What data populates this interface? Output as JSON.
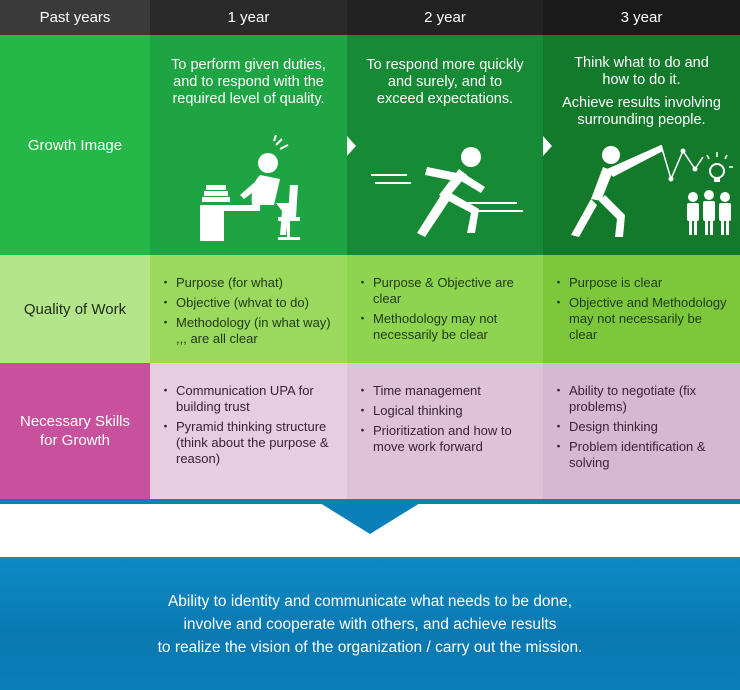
{
  "header": {
    "past": "Past years",
    "y1": "1 year",
    "y2": "2 year",
    "y3": "3 year"
  },
  "rows": {
    "growth_label": "Growth Image",
    "quality_label": "Quality of Work",
    "skills_label_1": "Necessary Skills",
    "skills_label_2": "for Growth"
  },
  "growth": {
    "y1": [
      "To perform given duties,",
      "and to respond with the",
      "required level of quality."
    ],
    "y2": [
      "To respond more quickly",
      "and surely, and to",
      "exceed expectations."
    ],
    "y3a": [
      "Think what to do and",
      "how to do it."
    ],
    "y3b": [
      "Achieve results involving",
      "surrounding people."
    ]
  },
  "quality": {
    "y1": [
      "Purpose (for what)",
      "Objective (whvat to do)",
      "Methodology (in what way) ,,, are all clear"
    ],
    "y2": [
      "Purpose & Objective are clear",
      "Methodology may not necessarily be clear"
    ],
    "y3": [
      "Purpose is clear",
      "Objective and Methodology may not necessarily be clear"
    ]
  },
  "skills": {
    "y1": [
      "Communication UPA for building trust",
      "Pyramid thinking structure (think about the purpose & reason)"
    ],
    "y2": [
      "Time management",
      "Logical thinking",
      "Prioritization and how to move work forward"
    ],
    "y3": [
      "Ability to negotiate (fix problems)",
      "Design thinking",
      "Problem identification & solving"
    ]
  },
  "conclusion": [
    "Ability to identity and communicate what needs to be done,",
    "involve and cooperate with others, and achieve results",
    "to realize the vision of the organization / carry out the mission."
  ],
  "colors": {
    "header_dark": "#2b2b2b",
    "header_darker": "#1a1a1a",
    "green_light": "#25b848",
    "green_mid": "#1e9b3c",
    "green_dark": "#137a2c",
    "lime_label": "#b5e58a",
    "lime_1": "#9ad85e",
    "lime_2": "#8fd44f",
    "lime_3": "#7cc83a",
    "magenta_label": "#c8509c",
    "pink_1": "#e6cde0",
    "pink_2": "#dfc2d8",
    "pink_3": "#d8b8d0",
    "blue_bar": "#0b7fb8"
  },
  "icons": [
    "desk-worker-icon",
    "running-man-icon",
    "presenter-team-icon",
    "lightbulb-icon",
    "arrow-right-icon",
    "down-chevron-icon"
  ]
}
